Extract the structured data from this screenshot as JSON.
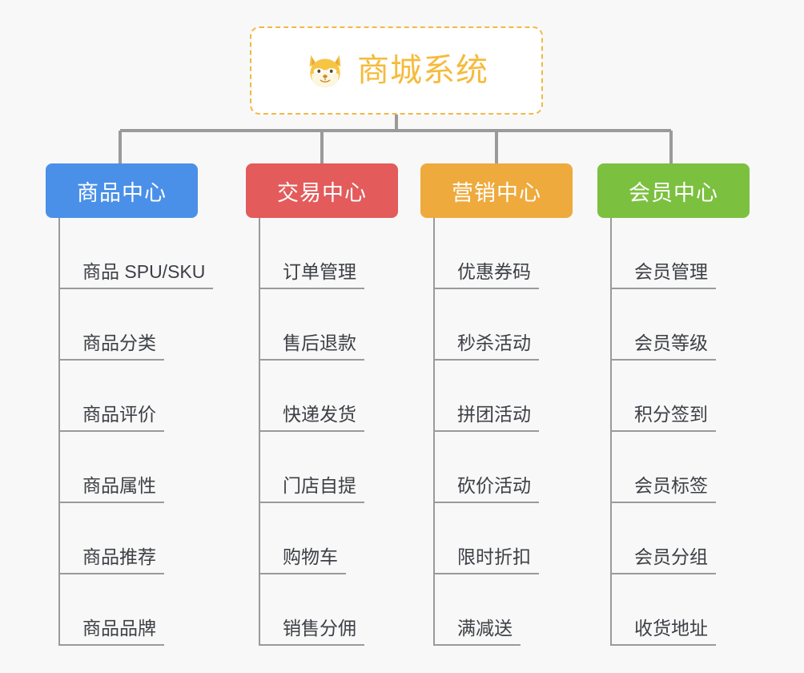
{
  "page": {
    "background_color": "#f8f8f8",
    "line_color": "#9a9a9a"
  },
  "root": {
    "title": "商城系统",
    "logo_icon": "shiba-dog-face-icon",
    "border_color": "#f2b844",
    "text_color": "#f5bb3c",
    "background_color": "#ffffff"
  },
  "categories": [
    {
      "label": "商品中心",
      "color": "#4a90e8",
      "items": [
        "商品 SPU/SKU",
        "商品分类",
        "商品评价",
        "商品属性",
        "商品推荐",
        "商品品牌"
      ]
    },
    {
      "label": "交易中心",
      "color": "#e35b5b",
      "items": [
        "订单管理",
        "售后退款",
        "快递发货",
        "门店自提",
        "购物车",
        "销售分佣"
      ]
    },
    {
      "label": "营销中心",
      "color": "#eeaa3c",
      "items": [
        "优惠券码",
        "秒杀活动",
        "拼团活动",
        "砍价活动",
        "限时折扣",
        "满减送"
      ]
    },
    {
      "label": "会员中心",
      "color": "#7cc040",
      "items": [
        "会员管理",
        "会员等级",
        "积分签到",
        "会员标签",
        "会员分组",
        "收货地址"
      ]
    }
  ]
}
